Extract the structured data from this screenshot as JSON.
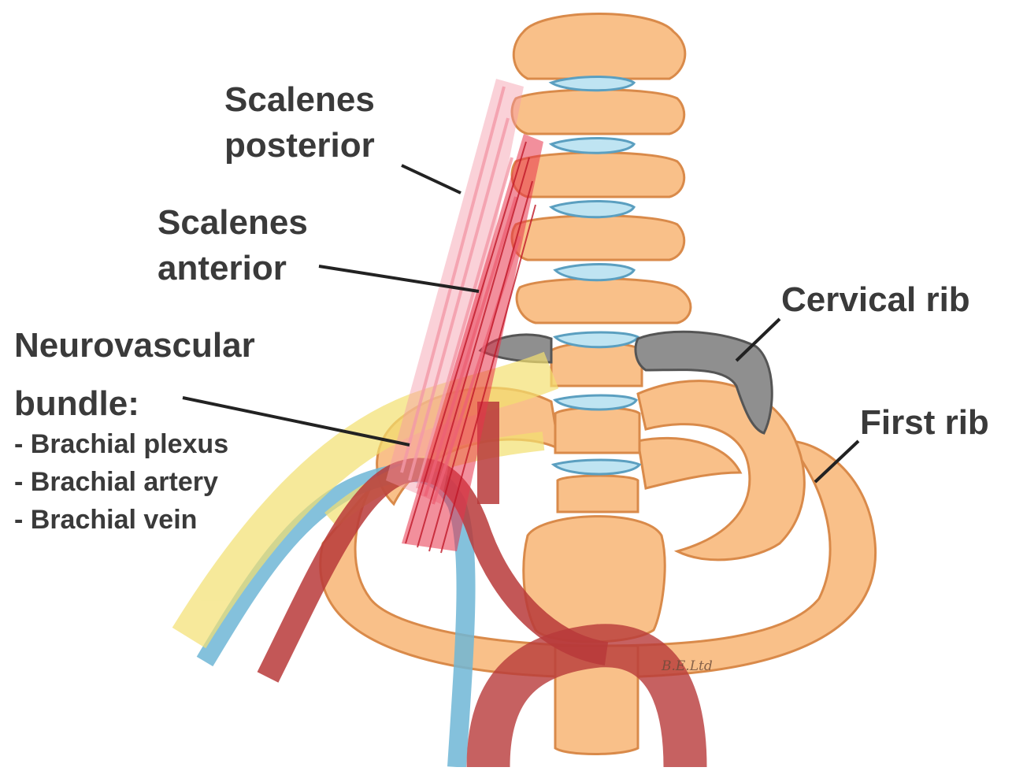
{
  "labels": {
    "scalenes_posterior": [
      "Scalenes",
      "posterior"
    ],
    "scalenes_anterior": [
      "Scalenes",
      "anterior"
    ],
    "neurovascular_bundle": [
      "Neurovascular",
      "bundle:"
    ],
    "bundle_items": [
      "- Brachial plexus",
      "- Brachial artery",
      "- Brachial vein"
    ],
    "cervical_rib": "Cervical rib",
    "first_rib": "First rib"
  },
  "watermark": "B.E.Ltd",
  "colors": {
    "bone": "#f9c089",
    "bone_shadow": "#e89a5a",
    "disc": "#bfe4f2",
    "cervical_rib": "#8f8f8f",
    "muscle_posterior": "#f39aa8",
    "muscle_anterior": "#e8334a",
    "nerve": "#f3e070",
    "artery": "#b83a3a",
    "vein": "#6fb6d6",
    "leader_line": "#222222",
    "text": "#3a3a3a"
  }
}
